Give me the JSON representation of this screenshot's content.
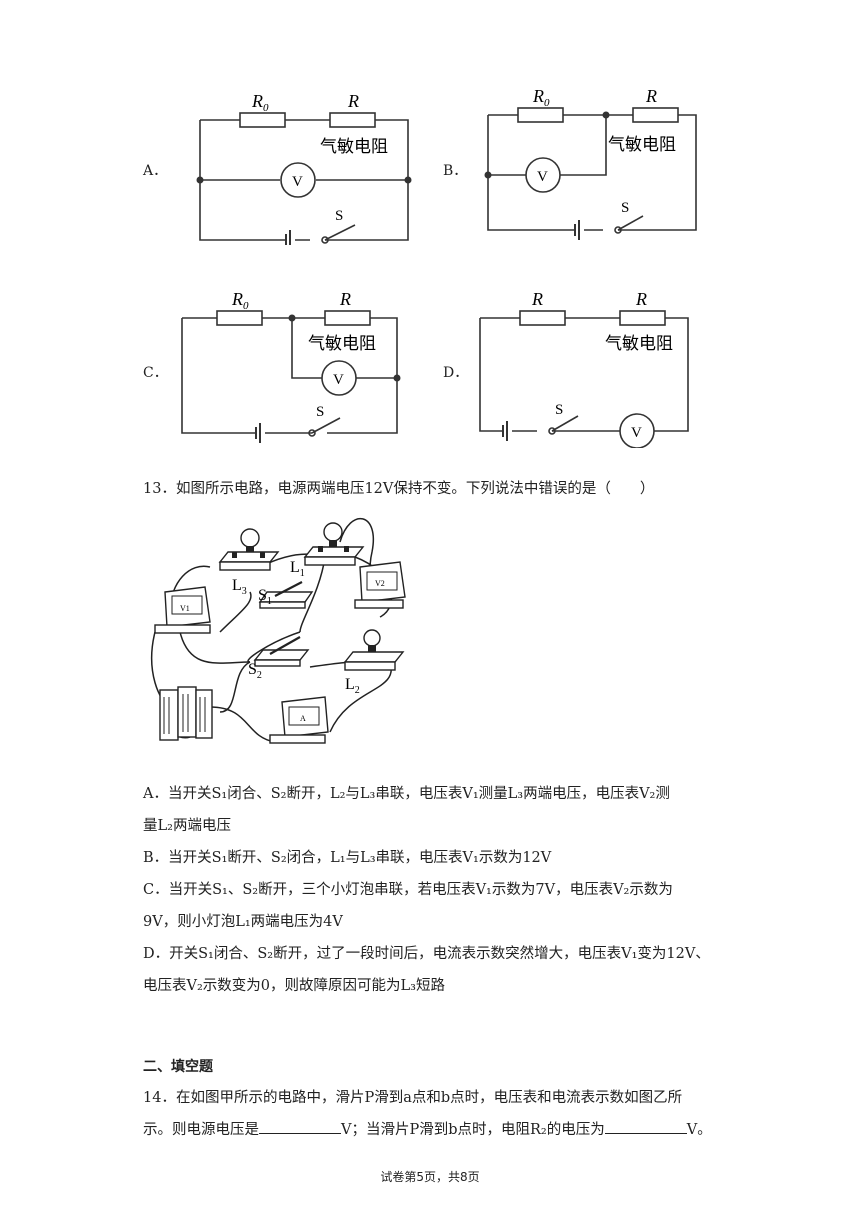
{
  "options": {
    "a": {
      "letter": "A．"
    },
    "b": {
      "letter": "B．"
    },
    "c": {
      "letter": "C．"
    },
    "d": {
      "letter": "D．"
    }
  },
  "circuit_labels": {
    "r0_base": "R",
    "r0_sub": "0",
    "r": "R",
    "gas_resistor": "气敏电阻",
    "voltmeter": "V",
    "switch": "S"
  },
  "q13": {
    "stem": "13．如图所示电路，电源两端电压12V保持不变。下列说法中错误的是（　　）",
    "figure_labels": {
      "l1_base": "L",
      "l1_sub": "1",
      "l2_base": "L",
      "l2_sub": "2",
      "l3_base": "L",
      "l3_sub": "3",
      "s1_base": "S",
      "s1_sub": "1",
      "s2_base": "S",
      "s2_sub": "2",
      "v1": "V1",
      "v2": "V2",
      "ammeter": "A"
    },
    "choices": [
      {
        "line1": "A．当开关S₁闭合、S₂断开，L₂与L₃串联，电压表V₁测量L₃两端电压，电压表V₂测",
        "line2": "量L₂两端电压"
      },
      {
        "line1": "B．当开关S₁断开、S₂闭合，L₁与L₃串联，电压表V₁示数为12V",
        "line2": ""
      },
      {
        "line1": "C．当开关S₁、S₂断开，三个小灯泡串联，若电压表V₁示数为7V，电压表V₂示数为",
        "line2": "9V，则小灯泡L₁两端电压为4V"
      },
      {
        "line1": "D．开关S₁闭合、S₂断开，过了一段时间后，电流表示数突然增大，电压表V₁变为12V、",
        "line2": "电压表V₂示数变为0，则故障原因可能为L₃短路"
      }
    ]
  },
  "section2": {
    "title": "二、填空题"
  },
  "q14": {
    "line1": "14．在如图甲所示的电路中，滑片P滑到a点和b点时，电压表和电流表示数如图乙所",
    "line2_a": "示。则电源电压是",
    "line2_b": "V；当滑片P滑到b点时，电阻R₂的电压为",
    "line2_c": "V。"
  },
  "footer": {
    "text": "试卷第5页，共8页"
  }
}
